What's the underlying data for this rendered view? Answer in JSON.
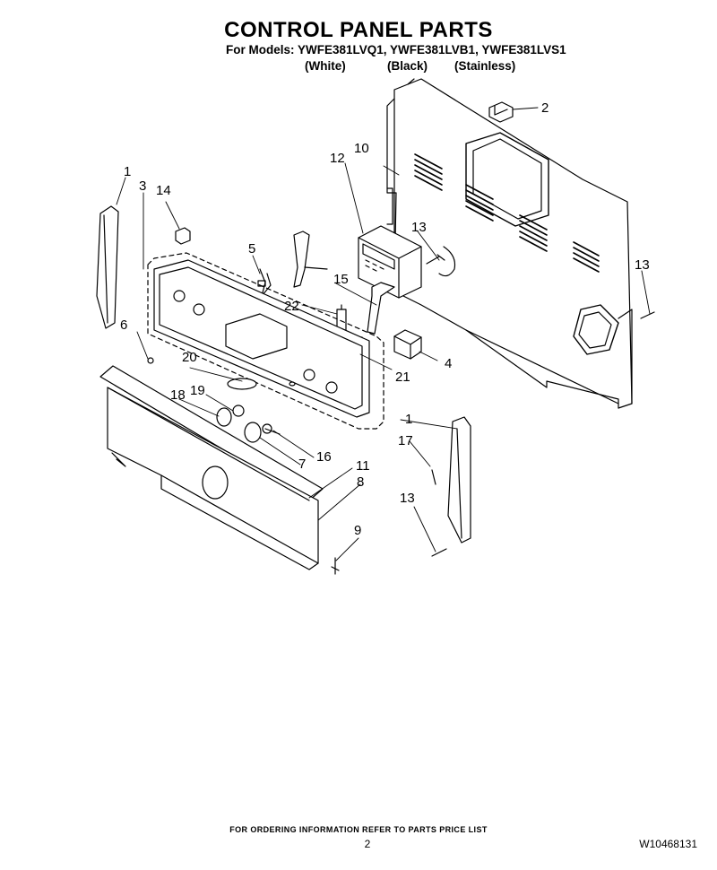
{
  "header": {
    "title": "CONTROL PANEL PARTS",
    "models_line": "For Models: YWFE381LVQ1, YWFE381LVB1, YWFE381LVS1",
    "variants": [
      "(White)",
      "(Black)",
      "(Stainless)"
    ]
  },
  "callouts": [
    "1",
    "2",
    "3",
    "4",
    "5",
    "6",
    "7",
    "8",
    "9",
    "10",
    "11",
    "12",
    "13",
    "13",
    "13",
    "13",
    "14",
    "15",
    "16",
    "17",
    "18",
    "19",
    "20",
    "21",
    "22",
    "1"
  ],
  "footer": {
    "ordering_note": "FOR ORDERING INFORMATION REFER TO PARTS PRICE LIST",
    "page_number": "2",
    "document_number": "W10468131"
  }
}
